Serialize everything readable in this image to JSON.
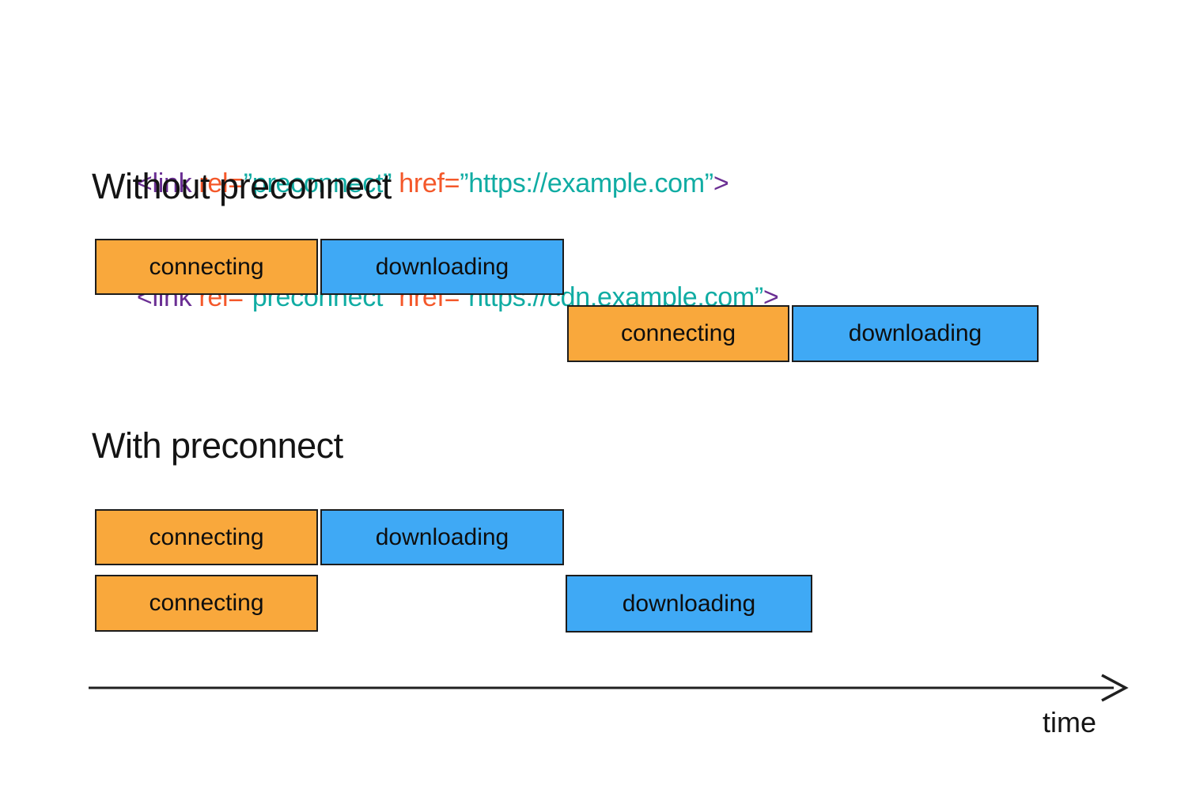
{
  "colors": {
    "code_purple": "#6A2E93",
    "code_orange": "#F4582A",
    "code_teal": "#10ACA3",
    "bar_connecting_fill": "#F9A83C",
    "bar_downloading_fill": "#3FA9F5",
    "bar_border": "#1C1C1C",
    "text": "#141414",
    "axis_stroke": "#202020"
  },
  "code": {
    "lines": [
      {
        "segments": [
          {
            "text": "<link",
            "color": "purple"
          },
          {
            "text": " rel=",
            "color": "orange"
          },
          {
            "text": "”preconnect”",
            "color": "teal"
          },
          {
            "text": " href=",
            "color": "orange"
          },
          {
            "text": "”https://example.com”",
            "color": "teal"
          },
          {
            "text": ">",
            "color": "purple"
          }
        ]
      },
      {
        "segments": [
          {
            "text": "<link",
            "color": "purple"
          },
          {
            "text": " rel=",
            "color": "orange"
          },
          {
            "text": "”preconnect”",
            "color": "teal"
          },
          {
            "text": " href=",
            "color": "orange"
          },
          {
            "text": "”https://cdn.example.com”",
            "color": "teal"
          },
          {
            "text": ">",
            "color": "purple"
          }
        ]
      }
    ]
  },
  "sections": [
    {
      "title": "Without preconnect",
      "rows": [
        {
          "bars": [
            {
              "label": "connecting"
            },
            {
              "label": "downloading"
            }
          ]
        },
        {
          "bars": [
            {
              "label": "connecting"
            },
            {
              "label": "downloading"
            }
          ]
        }
      ]
    },
    {
      "title": "With preconnect",
      "rows": [
        {
          "bars": [
            {
              "label": "connecting"
            },
            {
              "label": "downloading"
            }
          ]
        },
        {
          "bars": [
            {
              "label": "connecting"
            },
            {
              "label": "downloading"
            }
          ]
        }
      ]
    }
  ],
  "axis": {
    "label": "time"
  }
}
